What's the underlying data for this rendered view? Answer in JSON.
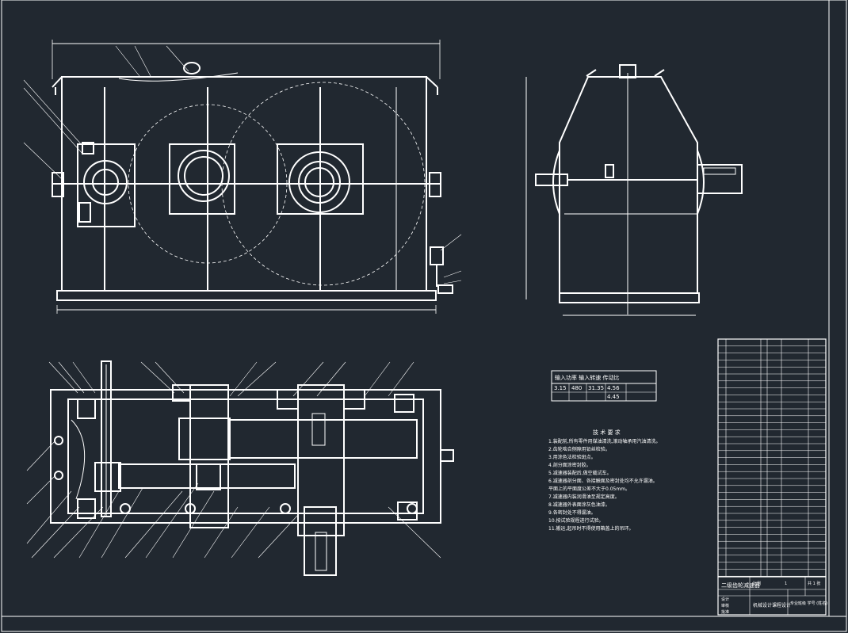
{
  "drawing": {
    "background": "#212830",
    "line_color": "#ffffff",
    "title": "二级齿轮减速器",
    "design_subject": "机械设计课程设计",
    "designer_block": "专业班级 学号 (姓名)"
  },
  "technical_requirements": {
    "heading": "技 术 要 求",
    "items": [
      "1.装配前,所有零件用煤油清洗,滚动轴承用汽油清洗。",
      "2.齿轮啮合侧隙用铅丝检验。",
      "3.用涂色法检验斑点。",
      "4.剖分面涂密封胶。",
      "5.减速器装配后,做空载试车。",
      "6.减速器剖分面、各接触面及密封处均不允许漏油。",
      "平面上的平面度公差不大于0.05mm。",
      "7.减速器内装润滑油至规定高度。",
      "8.减速器外表面涂灰色油漆。",
      "9.各密封处不得漏油。",
      "10.按试验规程进行试验。",
      "11.搬运,起吊时不得使用箱盖上的吊环。"
    ]
  },
  "characteristics_table": {
    "title": "输入功率 输入转速 传动比",
    "rows": [
      [
        "3.15",
        "480",
        "31.35",
        "4.56"
      ],
      [
        "",
        "",
        "",
        "4.45"
      ]
    ]
  },
  "title_block": {
    "drawn": "设计",
    "checked": "审核",
    "approved": "批准",
    "scale_label": "比例",
    "scale": "1",
    "sheet": "共 1 张"
  }
}
